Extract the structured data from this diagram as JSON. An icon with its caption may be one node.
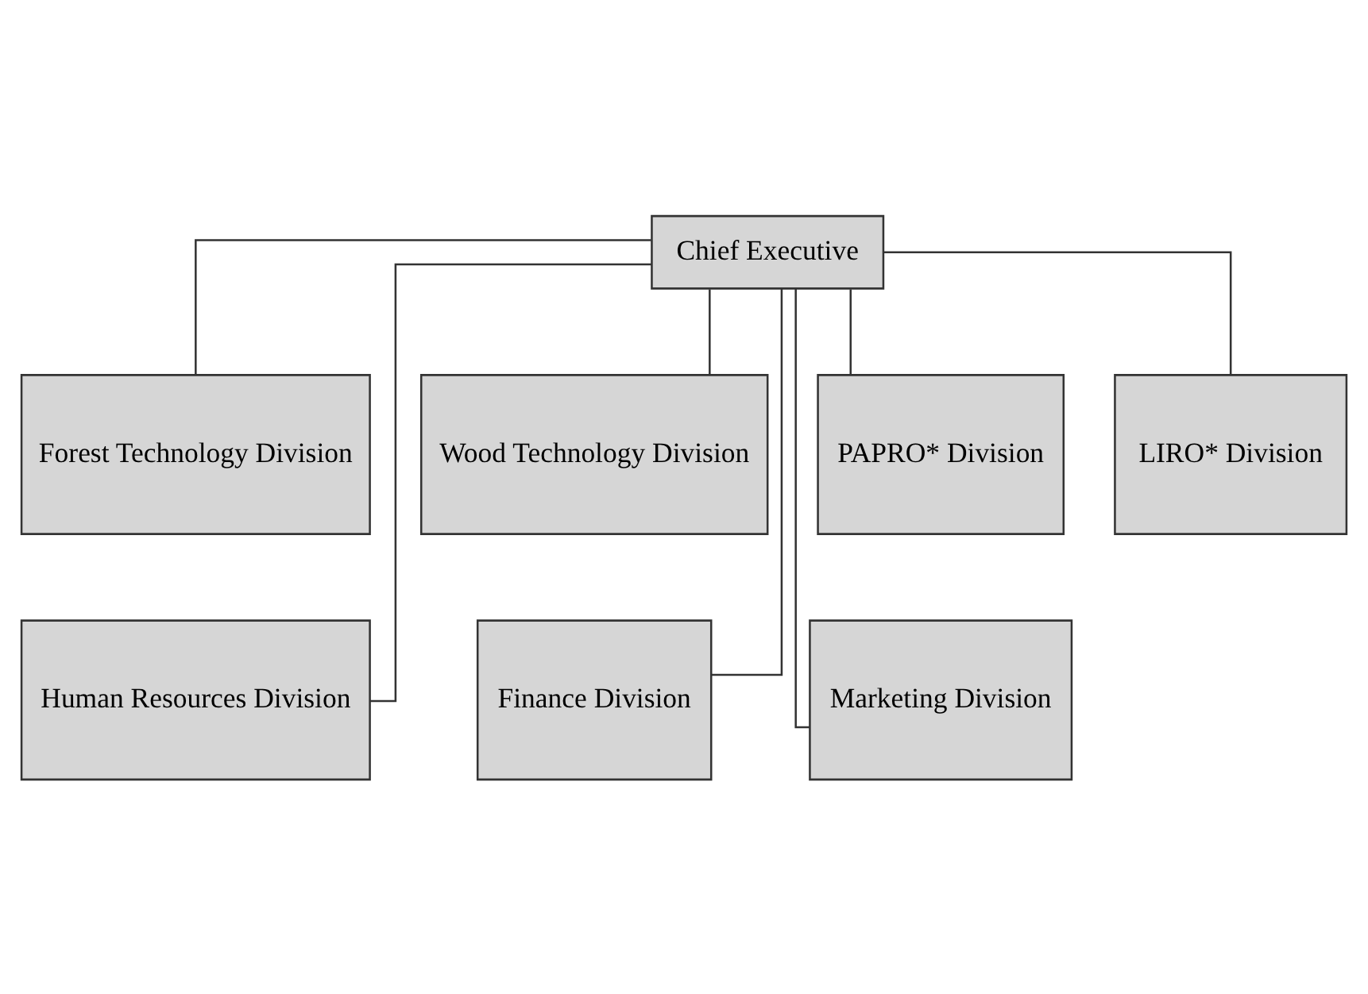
{
  "diagram": {
    "nodes": [
      {
        "text": [
          "Chief Executive"
        ]
      },
      {
        "text": [
          "Forest Technology Division"
        ]
      },
      {
        "text": [
          "Wood Technology Division"
        ]
      },
      {
        "text": [
          "PAPRO* Division"
        ]
      },
      {
        "text": [
          "LIRO* Division"
        ]
      },
      {
        "text": [
          "Human Resources Division"
        ]
      },
      {
        "text": [
          "Finance Division"
        ]
      },
      {
        "text": [
          "Marketing Division"
        ]
      }
    ],
    "edges": [
      {
        "from": 0,
        "to": 1,
        "arrow": "none"
      },
      {
        "from": 0,
        "to": 2,
        "arrow": "none"
      },
      {
        "from": 0,
        "to": 3,
        "arrow": "none"
      },
      {
        "from": 0,
        "to": 4,
        "arrow": "none"
      },
      {
        "from": 0,
        "to": 5,
        "arrow": "none"
      },
      {
        "from": 0,
        "to": 6,
        "arrow": "none"
      },
      {
        "from": 0,
        "to": 7,
        "arrow": "none"
      }
    ]
  }
}
